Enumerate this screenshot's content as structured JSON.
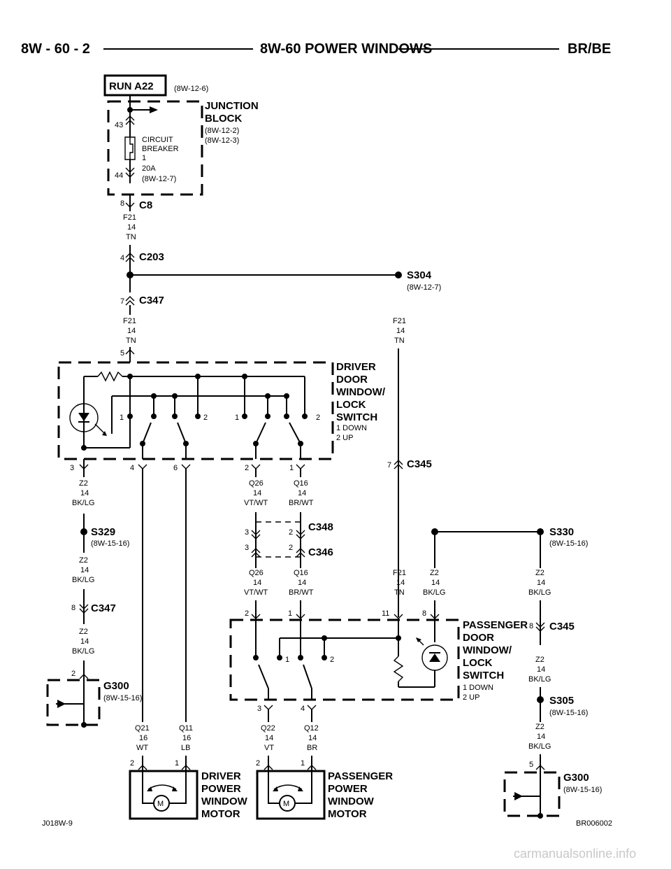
{
  "header": {
    "left": "8W - 60 - 2",
    "center": "8W-60 POWER WINDOWS",
    "right": "BR/BE"
  },
  "fuse": {
    "label": "RUN A22",
    "ref": "(8W-12-6)"
  },
  "junction_block": {
    "title_line1": "JUNCTION",
    "title_line2": "BLOCK",
    "ref1": "(8W-12-2)",
    "ref2": "(8W-12-3)",
    "pin_top": "43",
    "pin_bottom": "44",
    "breaker_line1": "CIRCUIT",
    "breaker_line2": "BREAKER",
    "breaker_line3": "1",
    "breaker_line4": "20A",
    "breaker_line5": "(8W-12-7)"
  },
  "connectors": {
    "c8": {
      "name": "C8",
      "pin": "8"
    },
    "c203": {
      "name": "C203",
      "pin": "4"
    },
    "c347_top": {
      "name": "C347",
      "pin": "7"
    },
    "c345_mid": {
      "name": "C345",
      "pin": "7"
    },
    "c348": {
      "name": "C348",
      "pin_a": "3",
      "pin_b": "2"
    },
    "c346": {
      "name": "C346",
      "pin_a": "3",
      "pin_b": "2"
    },
    "c347_low": {
      "name": "C347",
      "pin": "8"
    },
    "c345_right": {
      "name": "C345",
      "pin": "8"
    }
  },
  "splices": {
    "s304": {
      "name": "S304",
      "ref": "(8W-12-7)"
    },
    "s329": {
      "name": "S329",
      "ref": "(8W-15-16)"
    },
    "s330": {
      "name": "S330",
      "ref": "(8W-15-16)"
    },
    "s305": {
      "name": "S305",
      "ref": "(8W-15-16)"
    }
  },
  "grounds": {
    "g300_left": {
      "name": "G300",
      "ref": "(8W-15-16)",
      "pin": "2"
    },
    "g300_right": {
      "name": "G300",
      "ref": "(8W-15-16)",
      "pin": "5"
    }
  },
  "wires": {
    "f21": {
      "circuit": "F21",
      "gauge": "14",
      "color": "TN"
    },
    "z2": {
      "circuit": "Z2",
      "gauge": "14",
      "color": "BK/LG"
    },
    "q26": {
      "circuit": "Q26",
      "gauge": "14",
      "color": "VT/WT"
    },
    "q16": {
      "circuit": "Q16",
      "gauge": "14",
      "color": "BR/WT"
    },
    "q21": {
      "circuit": "Q21",
      "gauge": "16",
      "color": "WT"
    },
    "q11": {
      "circuit": "Q11",
      "gauge": "16",
      "color": "LB"
    },
    "q22": {
      "circuit": "Q22",
      "gauge": "14",
      "color": "VT"
    },
    "q12": {
      "circuit": "Q12",
      "gauge": "14",
      "color": "BR"
    }
  },
  "driver_switch": {
    "line1": "DRIVER",
    "line2": "DOOR",
    "line3": "WINDOW/",
    "line4": "LOCK",
    "line5": "SWITCH",
    "note1": "1 DOWN",
    "note2": "2 UP",
    "pin_in": "5",
    "pins_bottom": [
      "3",
      "4",
      "6",
      "2",
      "1"
    ],
    "contact_labels": [
      "1",
      "2",
      "1",
      "2"
    ]
  },
  "passenger_switch": {
    "line1": "PASSENGER",
    "line2": "DOOR",
    "line3": "WINDOW/",
    "line4": "LOCK",
    "line5": "SWITCH",
    "note1": "1 DOWN",
    "note2": "2 UP",
    "pins_top": [
      "2",
      "1",
      "11",
      "8"
    ],
    "pins_bottom": [
      "3",
      "4"
    ],
    "contact_labels": [
      "1",
      "2"
    ]
  },
  "driver_motor": {
    "line1": "DRIVER",
    "line2": "POWER",
    "line3": "WINDOW",
    "line4": "MOTOR",
    "pins": [
      "2",
      "1"
    ],
    "symbol": "M"
  },
  "passenger_motor": {
    "line1": "PASSENGER",
    "line2": "POWER",
    "line3": "WINDOW",
    "line4": "MOTOR",
    "pins": [
      "2",
      "1"
    ],
    "symbol": "M"
  },
  "footer": {
    "left": "J018W-9",
    "right": "BR006002"
  },
  "watermark": "carmanualsonline.info"
}
